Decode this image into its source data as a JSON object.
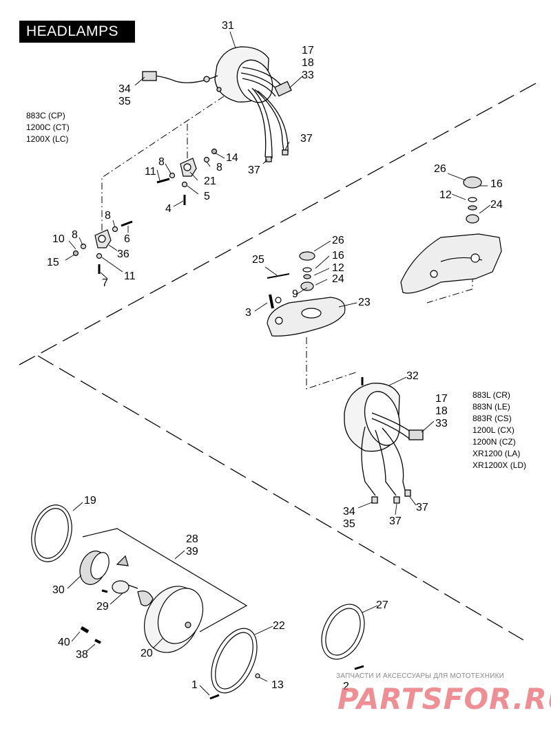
{
  "title": "HEADLAMPS",
  "model_groups": {
    "top": [
      "883C (CP)",
      "1200C (CT)",
      "1200X (LC)"
    ],
    "right": [
      "883L (CR)",
      "883N (LE)",
      "883R (CS)",
      "1200L (CX)",
      "1200N (CZ)",
      "XR1200 (LA)",
      "XR1200X (LD)"
    ]
  },
  "callouts": [
    "31",
    "17",
    "18",
    "33",
    "34",
    "35",
    "37",
    "37",
    "14",
    "8",
    "8",
    "21",
    "11",
    "5",
    "4",
    "8",
    "6",
    "8",
    "10",
    "15",
    "36",
    "11",
    "7",
    "26",
    "16",
    "12",
    "24",
    "26",
    "16",
    "12",
    "24",
    "25",
    "9",
    "3",
    "23",
    "32",
    "17",
    "18",
    "33",
    "34",
    "35",
    "37",
    "37",
    "19",
    "28",
    "39",
    "30",
    "29",
    "20",
    "22",
    "27",
    "40",
    "38",
    "1",
    "13",
    "2"
  ],
  "watermark": {
    "tagline": "ЗАПЧАСТИ И АКСЕССУАРЫ ДЛЯ МОТОТЕХНИКИ",
    "brand": "PARTSFOR.RU"
  }
}
